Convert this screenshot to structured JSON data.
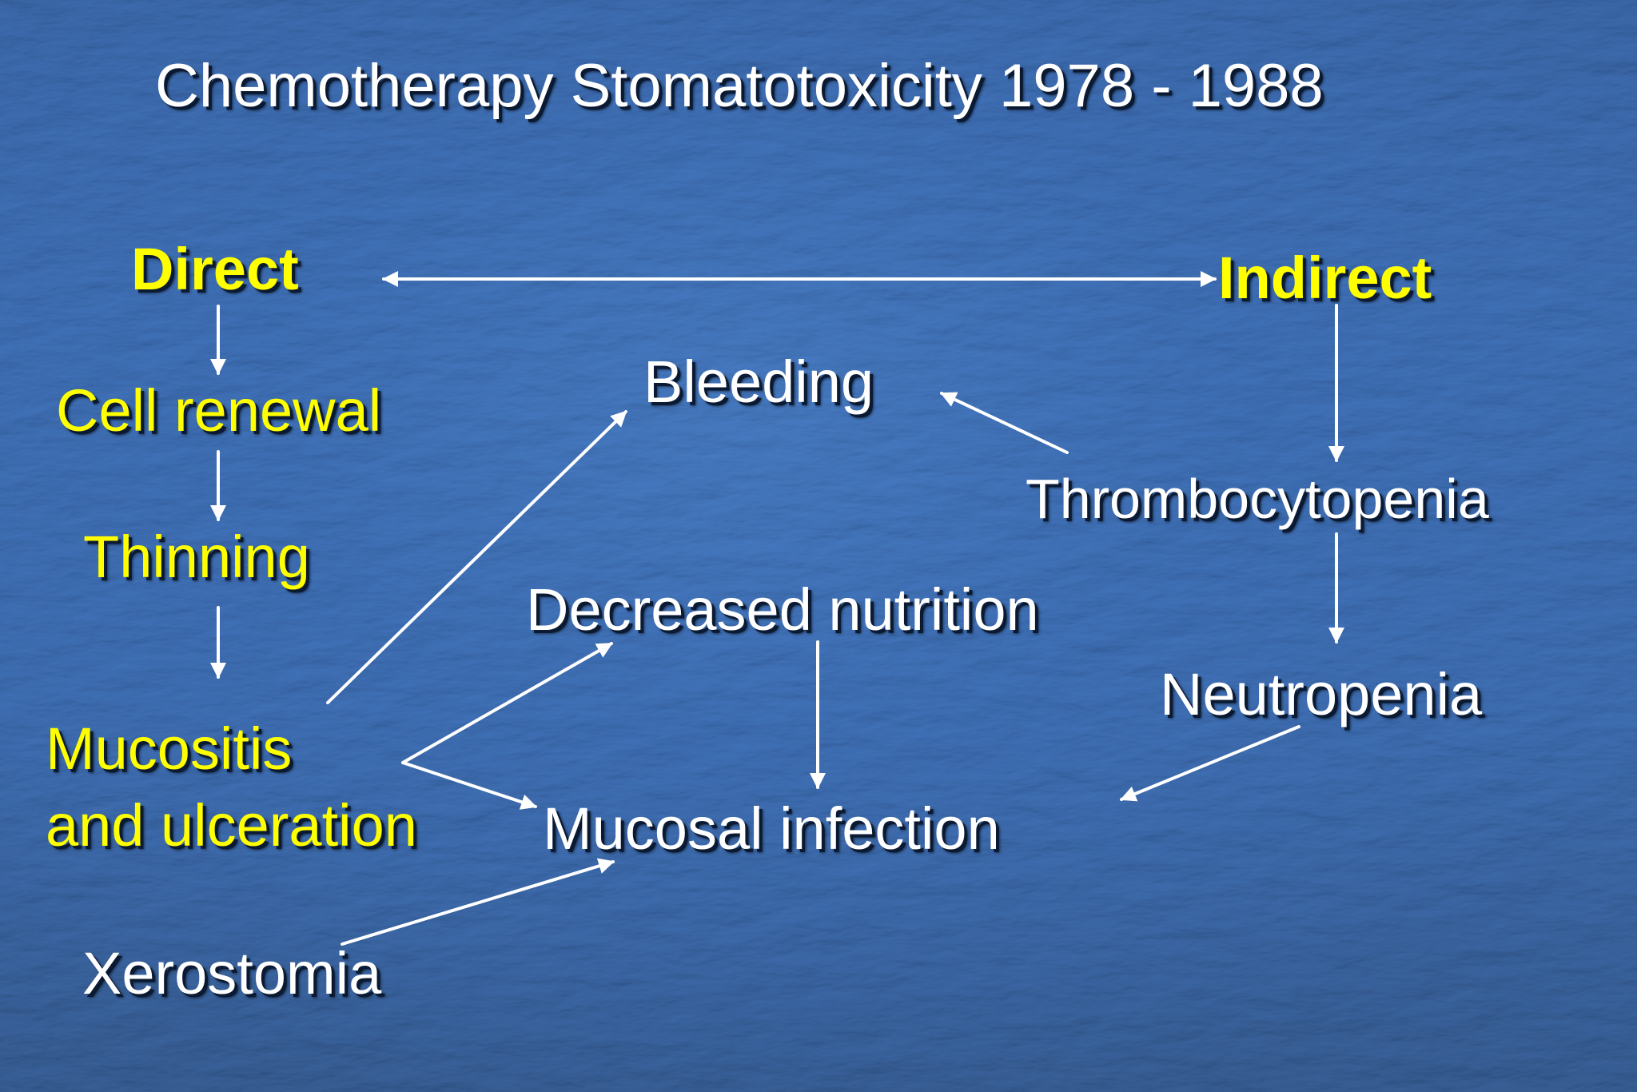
{
  "slide": {
    "title": "Chemotherapy Stomatotoxicity 1978 - 1988",
    "colors": {
      "background": "#1f4f95",
      "primary_text": "#ffffff",
      "highlight_text": "#ffff00",
      "arrow": "#ffffff"
    }
  },
  "diagram": {
    "nodes": {
      "direct": "Direct",
      "indirect": "Indirect",
      "cell_renewal": "Cell renewal",
      "thinning": "Thinning",
      "mucositis": "Mucositis",
      "ulceration": "and ulceration",
      "xerostomia": "Xerostomia",
      "bleeding": "Bleeding",
      "decreased_nutrition": "Decreased nutrition",
      "mucosal_infection": "Mucosal infection",
      "thrombocytopenia": "Thrombocytopenia",
      "neutropenia": "Neutropenia"
    },
    "edges": [
      {
        "from": "direct",
        "to": "indirect",
        "bidirectional": true
      },
      {
        "from": "direct",
        "to": "cell_renewal"
      },
      {
        "from": "cell_renewal",
        "to": "thinning"
      },
      {
        "from": "thinning",
        "to": "mucositis"
      },
      {
        "from": "mucositis",
        "to": "bleeding"
      },
      {
        "from": "mucositis",
        "to": "decreased_nutrition"
      },
      {
        "from": "mucositis",
        "to": "mucosal_infection"
      },
      {
        "from": "xerostomia",
        "to": "mucosal_infection"
      },
      {
        "from": "decreased_nutrition",
        "to": "mucosal_infection"
      },
      {
        "from": "indirect",
        "to": "thrombocytopenia"
      },
      {
        "from": "thrombocytopenia",
        "to": "bleeding"
      },
      {
        "from": "thrombocytopenia",
        "to": "neutropenia"
      },
      {
        "from": "neutropenia",
        "to": "mucosal_infection"
      }
    ]
  }
}
